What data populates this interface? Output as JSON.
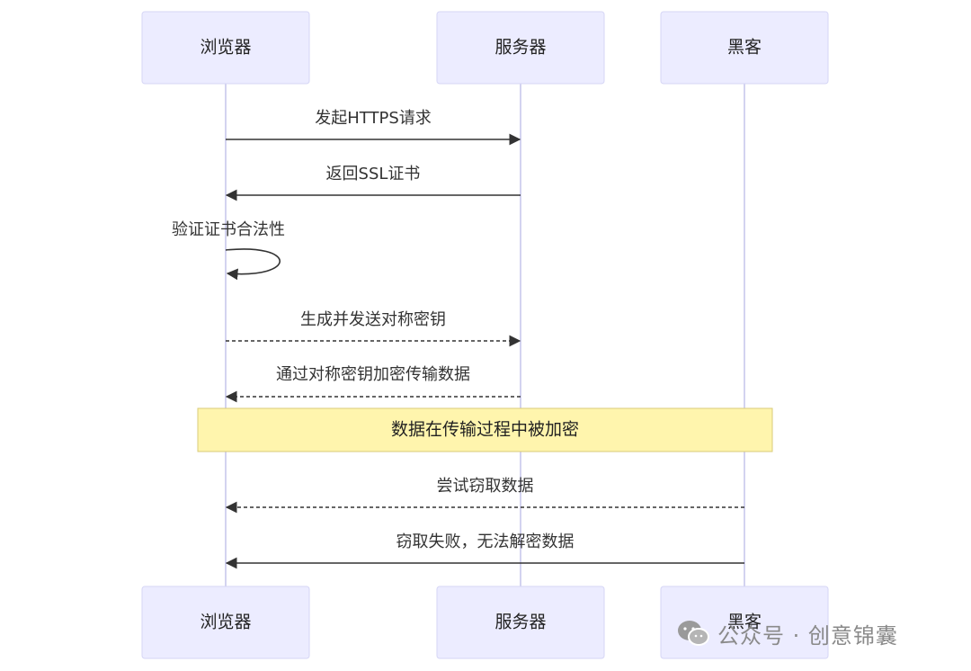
{
  "diagram": {
    "type": "sequence",
    "actors": [
      {
        "id": "browser",
        "label": "浏览器"
      },
      {
        "id": "server",
        "label": "服务器"
      },
      {
        "id": "hacker",
        "label": "黑客"
      }
    ],
    "messages": [
      {
        "from": "browser",
        "to": "server",
        "text": "发起HTTPS请求",
        "style": "solid"
      },
      {
        "from": "server",
        "to": "browser",
        "text": "返回SSL证书",
        "style": "solid"
      },
      {
        "from": "browser",
        "to": "browser",
        "text": "验证证书合法性",
        "style": "solid"
      },
      {
        "from": "browser",
        "to": "server",
        "text": "生成并发送对称密钥",
        "style": "dashed"
      },
      {
        "from": "server",
        "to": "browser",
        "text": "通过对称密钥加密传输数据",
        "style": "dashed"
      },
      {
        "note": true,
        "over": [
          "browser",
          "hacker"
        ],
        "text": "数据在传输过程中被加密"
      },
      {
        "from": "hacker",
        "to": "browser",
        "text": "尝试窃取数据",
        "style": "dashed"
      },
      {
        "from": "hacker",
        "to": "browser",
        "text": "窃取失败，无法解密数据",
        "style": "solid"
      }
    ]
  },
  "watermark": {
    "text": "公众号 · 创意锦囊",
    "icon": "wechat-icon"
  },
  "colors": {
    "actor_fill": "#ececff",
    "note_fill": "#fff5ad",
    "line": "#333333",
    "watermark": "#8a8a8a"
  }
}
